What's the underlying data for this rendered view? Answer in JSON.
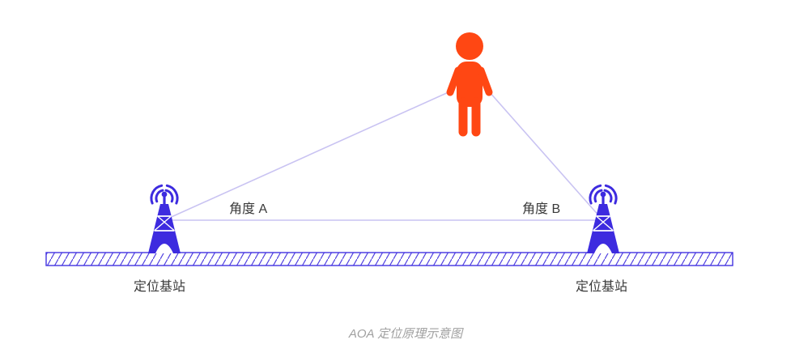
{
  "diagram": {
    "caption": "AOA 定位原理示意图",
    "labels": {
      "angle_a": "角度 A",
      "angle_b": "角度 B",
      "left_station": "定位基站",
      "right_station": "定位基站"
    },
    "colors": {
      "tower": "#3d2bdf",
      "person": "#ff4713",
      "ray": "#c9c3f2",
      "ground": "#4334e0",
      "label_text": "#3a3a3a",
      "caption_text": "#a0a0a0"
    },
    "icons": [
      "base-station-icon",
      "signal-waves-icon",
      "person-icon",
      "ground-hatch"
    ]
  }
}
